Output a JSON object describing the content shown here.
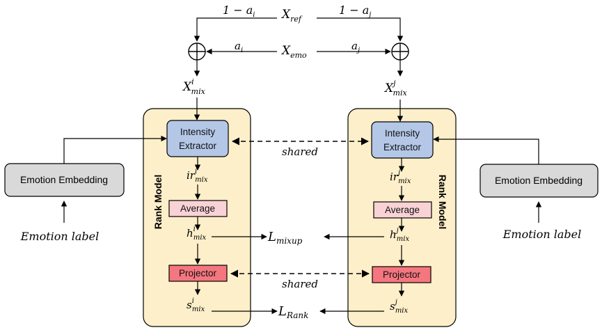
{
  "top": {
    "one_minus_ai": "1 − a",
    "one_minus_ai_sub": "i",
    "one_minus_aj": "1 − a",
    "one_minus_aj_sub": "j",
    "x_ref": "X",
    "x_ref_sub": "ref",
    "x_emo": "X",
    "x_emo_sub": "emo",
    "ai": "a",
    "ai_sub": "i",
    "aj": "a",
    "aj_sub": "j",
    "plus_symbol": "+"
  },
  "mix": {
    "x_base": "X",
    "x_sub": "mix",
    "i_sup": "i",
    "j_sup": "j",
    "ir_base": "ir",
    "h_base": "h",
    "s_base": "s"
  },
  "left_model": {
    "title": "Rank Model",
    "extractor_line1": "Intensity",
    "extractor_line2": "Extractor",
    "average": "Average",
    "projector": "Projector"
  },
  "right_model": {
    "title": "Rank Model",
    "extractor_line1": "Intensity",
    "extractor_line2": "Extractor",
    "average": "Average",
    "projector": "Projector"
  },
  "left_embedding": {
    "label": "Emotion Embedding",
    "input": "Emotion label"
  },
  "right_embedding": {
    "label": "Emotion Embedding",
    "input": "Emotion label"
  },
  "shared_top": "shared",
  "shared_bottom": "shared",
  "losses": {
    "mixup_symbol": "L",
    "mixup_sub": "mixup",
    "rank_symbol": "L",
    "rank_sub": "Rank"
  },
  "colors": {
    "model_bg": "#fdefc9",
    "extractor_fill": "#b4c7e7",
    "average_fill": "#f9d2d6",
    "projector_fill": "#f4767f",
    "embedding_fill": "#d9d9d9"
  }
}
